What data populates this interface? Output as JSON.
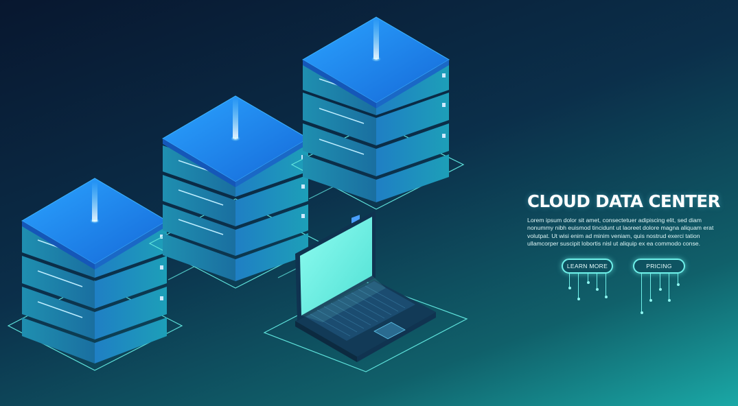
{
  "hero": {
    "title": "CLOUD DATA CENTER",
    "body": "Lorem ipsum dolor sit amet, consectetuer adipiscing elit, sed diam nonummy nibh euismod tincidunt ut laoreet dolore magna aliquam erat volutpat. Ut wisi enim ad minim veniam, quis nostrud exerci tation ullamcorper suscipit lobortis nisl ut aliquip ex ea commodo conse."
  },
  "buttons": {
    "learn_more": "LEARN MORE",
    "pricing": "PRICING"
  },
  "colors": {
    "accent": "#6ff1ea",
    "server_top": "#1e86e6",
    "server_body": "#1a8aa8",
    "screen": "#6ff4e6"
  },
  "icons": [
    "server-rack-icon",
    "laptop-icon"
  ]
}
